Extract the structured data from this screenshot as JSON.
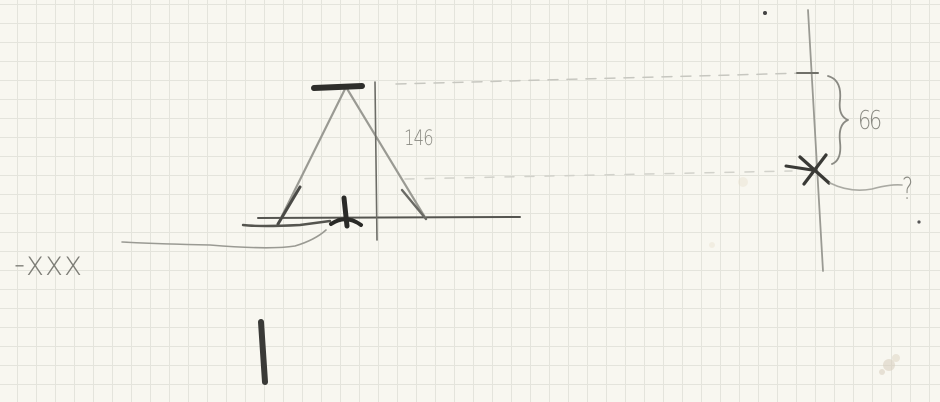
{
  "sketch": {
    "labels": {
      "height": "146",
      "offset": "66",
      "unknown": "?",
      "marks": "-xxx"
    }
  },
  "colors": {
    "paper": "#f8f7f0",
    "grid": "#e4e4dc",
    "pencil_dark": "#3e3e3a",
    "pencil_light": "#8f8f88"
  }
}
